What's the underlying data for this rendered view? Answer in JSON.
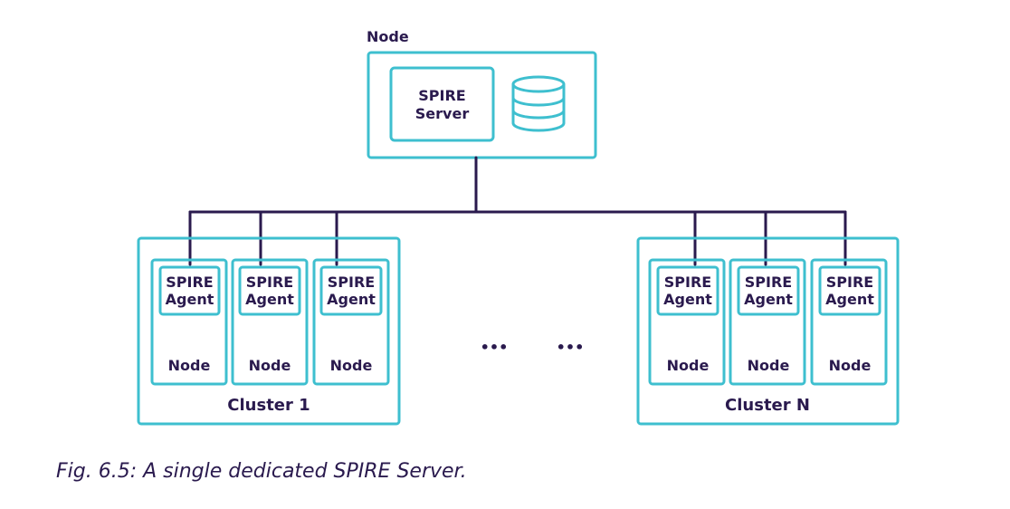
{
  "server_node": {
    "label": "Node",
    "server_label_line1": "SPIRE",
    "server_label_line2": "Server",
    "datastore_icon": "database-icon"
  },
  "clusters": [
    {
      "label": "Cluster 1",
      "nodes": [
        {
          "agent_line1": "SPIRE",
          "agent_line2": "Agent",
          "node_label": "Node"
        },
        {
          "agent_line1": "SPIRE",
          "agent_line2": "Agent",
          "node_label": "Node"
        },
        {
          "agent_line1": "SPIRE",
          "agent_line2": "Agent",
          "node_label": "Node"
        }
      ]
    },
    {
      "label": "Cluster N",
      "nodes": [
        {
          "agent_line1": "SPIRE",
          "agent_line2": "Agent",
          "node_label": "Node"
        },
        {
          "agent_line1": "SPIRE",
          "agent_line2": "Agent",
          "node_label": "Node"
        },
        {
          "agent_line1": "SPIRE",
          "agent_line2": "Agent",
          "node_label": "Node"
        }
      ]
    }
  ],
  "ellipsis": [
    "•••",
    "•••"
  ],
  "caption": "Fig. 6.5: A single dedicated SPIRE Server.",
  "colors": {
    "box_stroke": "#3ebfcf",
    "wire_stroke": "#2a1a4e",
    "text": "#2a1a4e"
  }
}
